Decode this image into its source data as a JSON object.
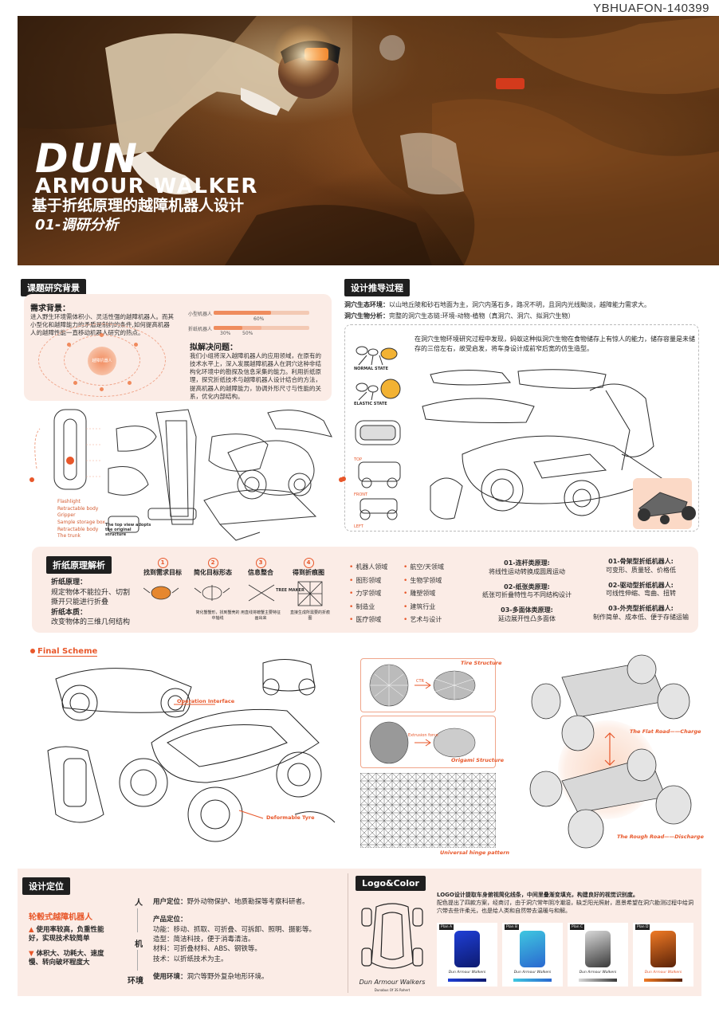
{
  "watermark": "YBHUAFON-140399",
  "hero": {
    "title_1": "DUN",
    "title_2": "ARMOUR WALKER",
    "title_3": "基于折纸原理的越障机器人设计",
    "title_4": "01-调研分析"
  },
  "sec_background": {
    "tag": "课题研究背景",
    "need_title": "需求背景：",
    "need_text": "进入野生环境需体积小、灵活性强的越障机器人。而其小型化和越障能力的矛盾是制约的条件,如何提高机器人的越障性能一直移动机器人研究的热点。",
    "bar_label_1": "小型机器人",
    "bar_value_1": "60%",
    "bar_label_2": "折纸机器人",
    "bar_value_2a": "30%",
    "bar_value_2b": "50%",
    "bar_fill_1": 0.6,
    "bar_fill_2a": 0.3,
    "bar_fill_2b": 0.5,
    "solve_title": "拟解决问题：",
    "solve_text": "我们小组将深入越障机器人的应用领域，在原有的技术水平上，深入发展越障机器人在洞穴这种非结构化环境中的勘探及信息采集的能力。利用折纸原理，探究折纸技术与越障机器人设计结合的方法，提高机器人的越障能力，协调外形尺寸与性能的关系，优化内部结构。",
    "orbit_center": "越障机器人",
    "legend": [
      "Flashlight",
      "Retractable body",
      "Gripper",
      "Sample storage box",
      "Retractable body",
      "The trunk"
    ],
    "topview_note": "The top view adopts the original structure"
  },
  "sec_design": {
    "tag": "设计推导过程",
    "env_label": "洞穴生态环境：",
    "env_text": "以山地丘陵和砂石地面为主，洞穴内落石多，路况不明，且洞内光线黝淡，越障能力需求大。",
    "bio_label": "洞穴生物分析：",
    "bio_text": "完整的洞穴生态链:环境-动物-植物（真洞穴、洞穴、拟洞穴生物）",
    "ant_text": "在洞穴生物环境研究过程中发现，蚂蚁这种拟洞穴生物在食物储存上有惊人的能力，储存容量是未储存的三倍左右，故受启发，将车身设计成前窄后宽的仿生造型。",
    "state_1": "NORMAL STATE",
    "state_2": "ELASTIC STATE",
    "view_top": "TOP",
    "view_front": "FRONT",
    "view_left": "LEFT"
  },
  "sec_origami": {
    "tag": "折纸原理解析",
    "def_title": "折纸原理：",
    "def_text": "规定物体不能拉升、切割撕开只能进行折叠",
    "essence_title": "折纸本质：",
    "essence_text": "改变物体的三维几何结构",
    "steps": [
      {
        "num": "1",
        "label": "找到需求目标"
      },
      {
        "num": "2",
        "label": "简化目标形态"
      },
      {
        "num": "3",
        "label": "信息整合"
      },
      {
        "num": "4",
        "label": "得到折痕图"
      }
    ],
    "step_notes": [
      "简化蟹蟹形，找到蟹壳的中轴线",
      "用直线将螃蟹主要特征画出来",
      "直接生成所需要的折痕图"
    ],
    "tree_maker": "TREE MAKER",
    "fields_col1": [
      "机器人领域",
      "图形领域",
      "力学领域",
      "制造业",
      "医疗领域"
    ],
    "fields_col2": [
      "航空/天领域",
      "生物学领域",
      "雕塑领域",
      "建筑行业",
      "艺术与设计"
    ],
    "principles": [
      {
        "title": "01-连杆类原理:",
        "text": "将线性运动转换成圆周运动"
      },
      {
        "title": "02-纸张类原理:",
        "text": "纸张可折叠特性与不同结构设计"
      },
      {
        "title": "03-多面体类原理:",
        "text": "延边展开性凸多面体"
      }
    ],
    "robots": [
      {
        "title": "01-骨架型折纸机器人:",
        "text": "可变形、质量轻、价格低"
      },
      {
        "title": "02-驱动型折纸机器人:",
        "text": "可线性伸缩、弯曲、扭转"
      },
      {
        "title": "03-外壳型折纸机器人:",
        "text": "制作简单、成本低、便于存储运输"
      }
    ]
  },
  "sec_final": {
    "tag": "Final Scheme",
    "operation": "Operation Interface",
    "tyre": "Deformable Tyre",
    "tire_structure": "Tire Structure",
    "origami_structure": "Origami Structure",
    "hinge": "Universal hinge pattern",
    "flat_road": "The Flat Road——Charge",
    "rough_road": "The Rough Road——Discharge",
    "extrusion": "Extrusion force",
    "ctrl": "CTR"
  },
  "sec_position": {
    "tag": "设计定位",
    "type_title": "轮毂式越障机器人",
    "pro_1": "使用率较高，负重性能好，实现技术较简单",
    "con_1": "体积大、功耗大、速度慢、转向破坏程度大",
    "axis_1": "人",
    "axis_2": "机",
    "axis_3": "环境",
    "user_label": "用户定位：",
    "user_text": "野外动物保护、地质勘探等考察科研者。",
    "product_label": "产品定位：",
    "product_lines": [
      "功能：移动、抓取、可折叠、可拆卸、照明、摄影等。",
      "造型：简洁科技，便于消毒清洁。",
      "材料：可折叠材料、ABS、钢铁等。",
      "技术：以折纸技术为主。"
    ],
    "env_label": "使用环境：",
    "env_text": "洞穴等野外复杂地形环境。"
  },
  "sec_logo": {
    "tag": "Logo&Color",
    "brand": "Dun Armour Walkers",
    "brand_sub": "Dunabus Of 3S Rohert",
    "desc_title": "LOGO设计提取车身俯视简化线条，中间里叠渐变填充，构建良好的视觉识别度。",
    "desc_text": "配色提出了四款方案，经商讨，由于洞穴常年阴冷潮湿，缺乏阳光照射，愿景希望在洞穴勘测过程中给洞穴带去些许柔光，也是给人类和自然带去温暖与和解。",
    "plans": [
      {
        "label": "Plan A",
        "brand": "Dun Armour Walkers",
        "color": "#1f3fd6",
        "dark": "#0d1a70"
      },
      {
        "label": "Plan B",
        "brand": "Dun Armour Walkers",
        "color": "#3fc7e0",
        "dark": "#2a68d0"
      },
      {
        "label": "Plan C",
        "brand": "Dun Armour Walkers",
        "color": "#d9d9d9",
        "dark": "#3a3a3a"
      },
      {
        "label": "Plan D",
        "brand": "Dun Armour Walkers",
        "color": "#f07a25",
        "dark": "#5a2208"
      }
    ]
  },
  "colors": {
    "accent": "#e8572a",
    "panel": "#fbece6",
    "tag_bg": "#1f1f1f"
  }
}
